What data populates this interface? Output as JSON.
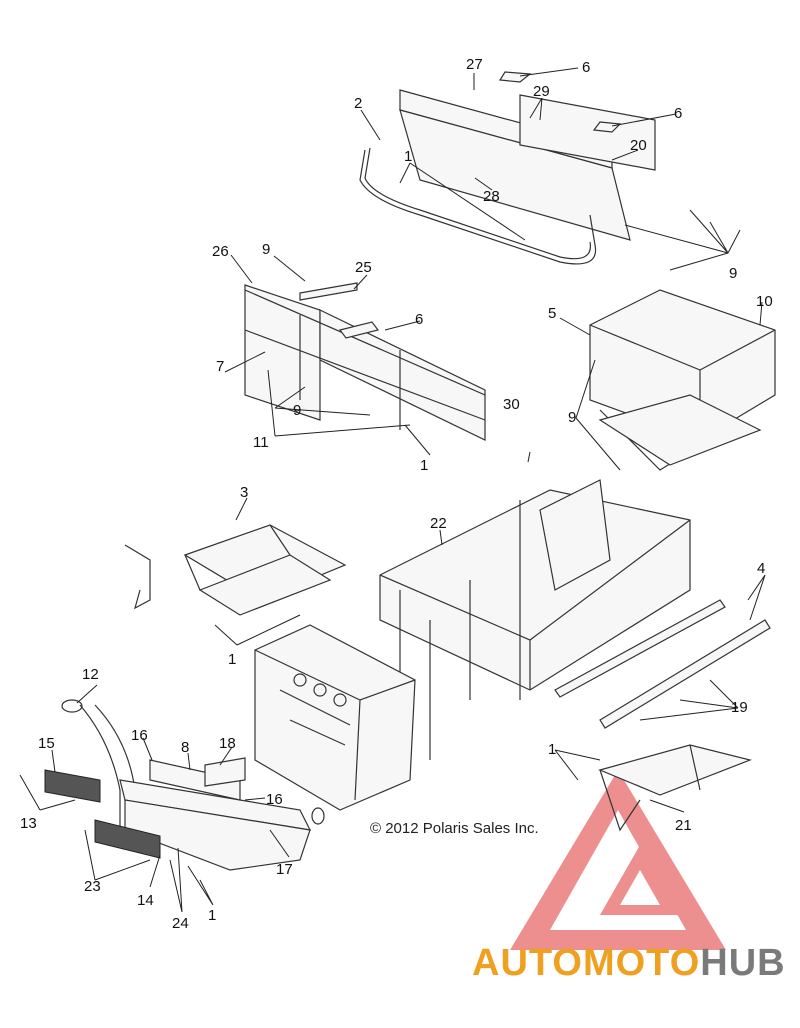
{
  "copyright": "© 2012 Polaris Sales Inc.",
  "watermark": {
    "part1": "AUTOMOTO",
    "part2": "HUB",
    "colors": {
      "primary": "#f0a020",
      "secondary": "#7a7a7a",
      "triangle": "#e05050"
    }
  },
  "callouts": [
    "27",
    "6",
    "29",
    "6",
    "2",
    "20",
    "1",
    "28",
    "9",
    "26",
    "9",
    "25",
    "6",
    "7",
    "5",
    "10",
    "9",
    "11",
    "1",
    "30",
    "9",
    "3",
    "22",
    "4",
    "1",
    "19",
    "12",
    "8",
    "18",
    "16",
    "15",
    "16",
    "13",
    "1",
    "21",
    "17",
    "23",
    "14",
    "24",
    "1"
  ]
}
